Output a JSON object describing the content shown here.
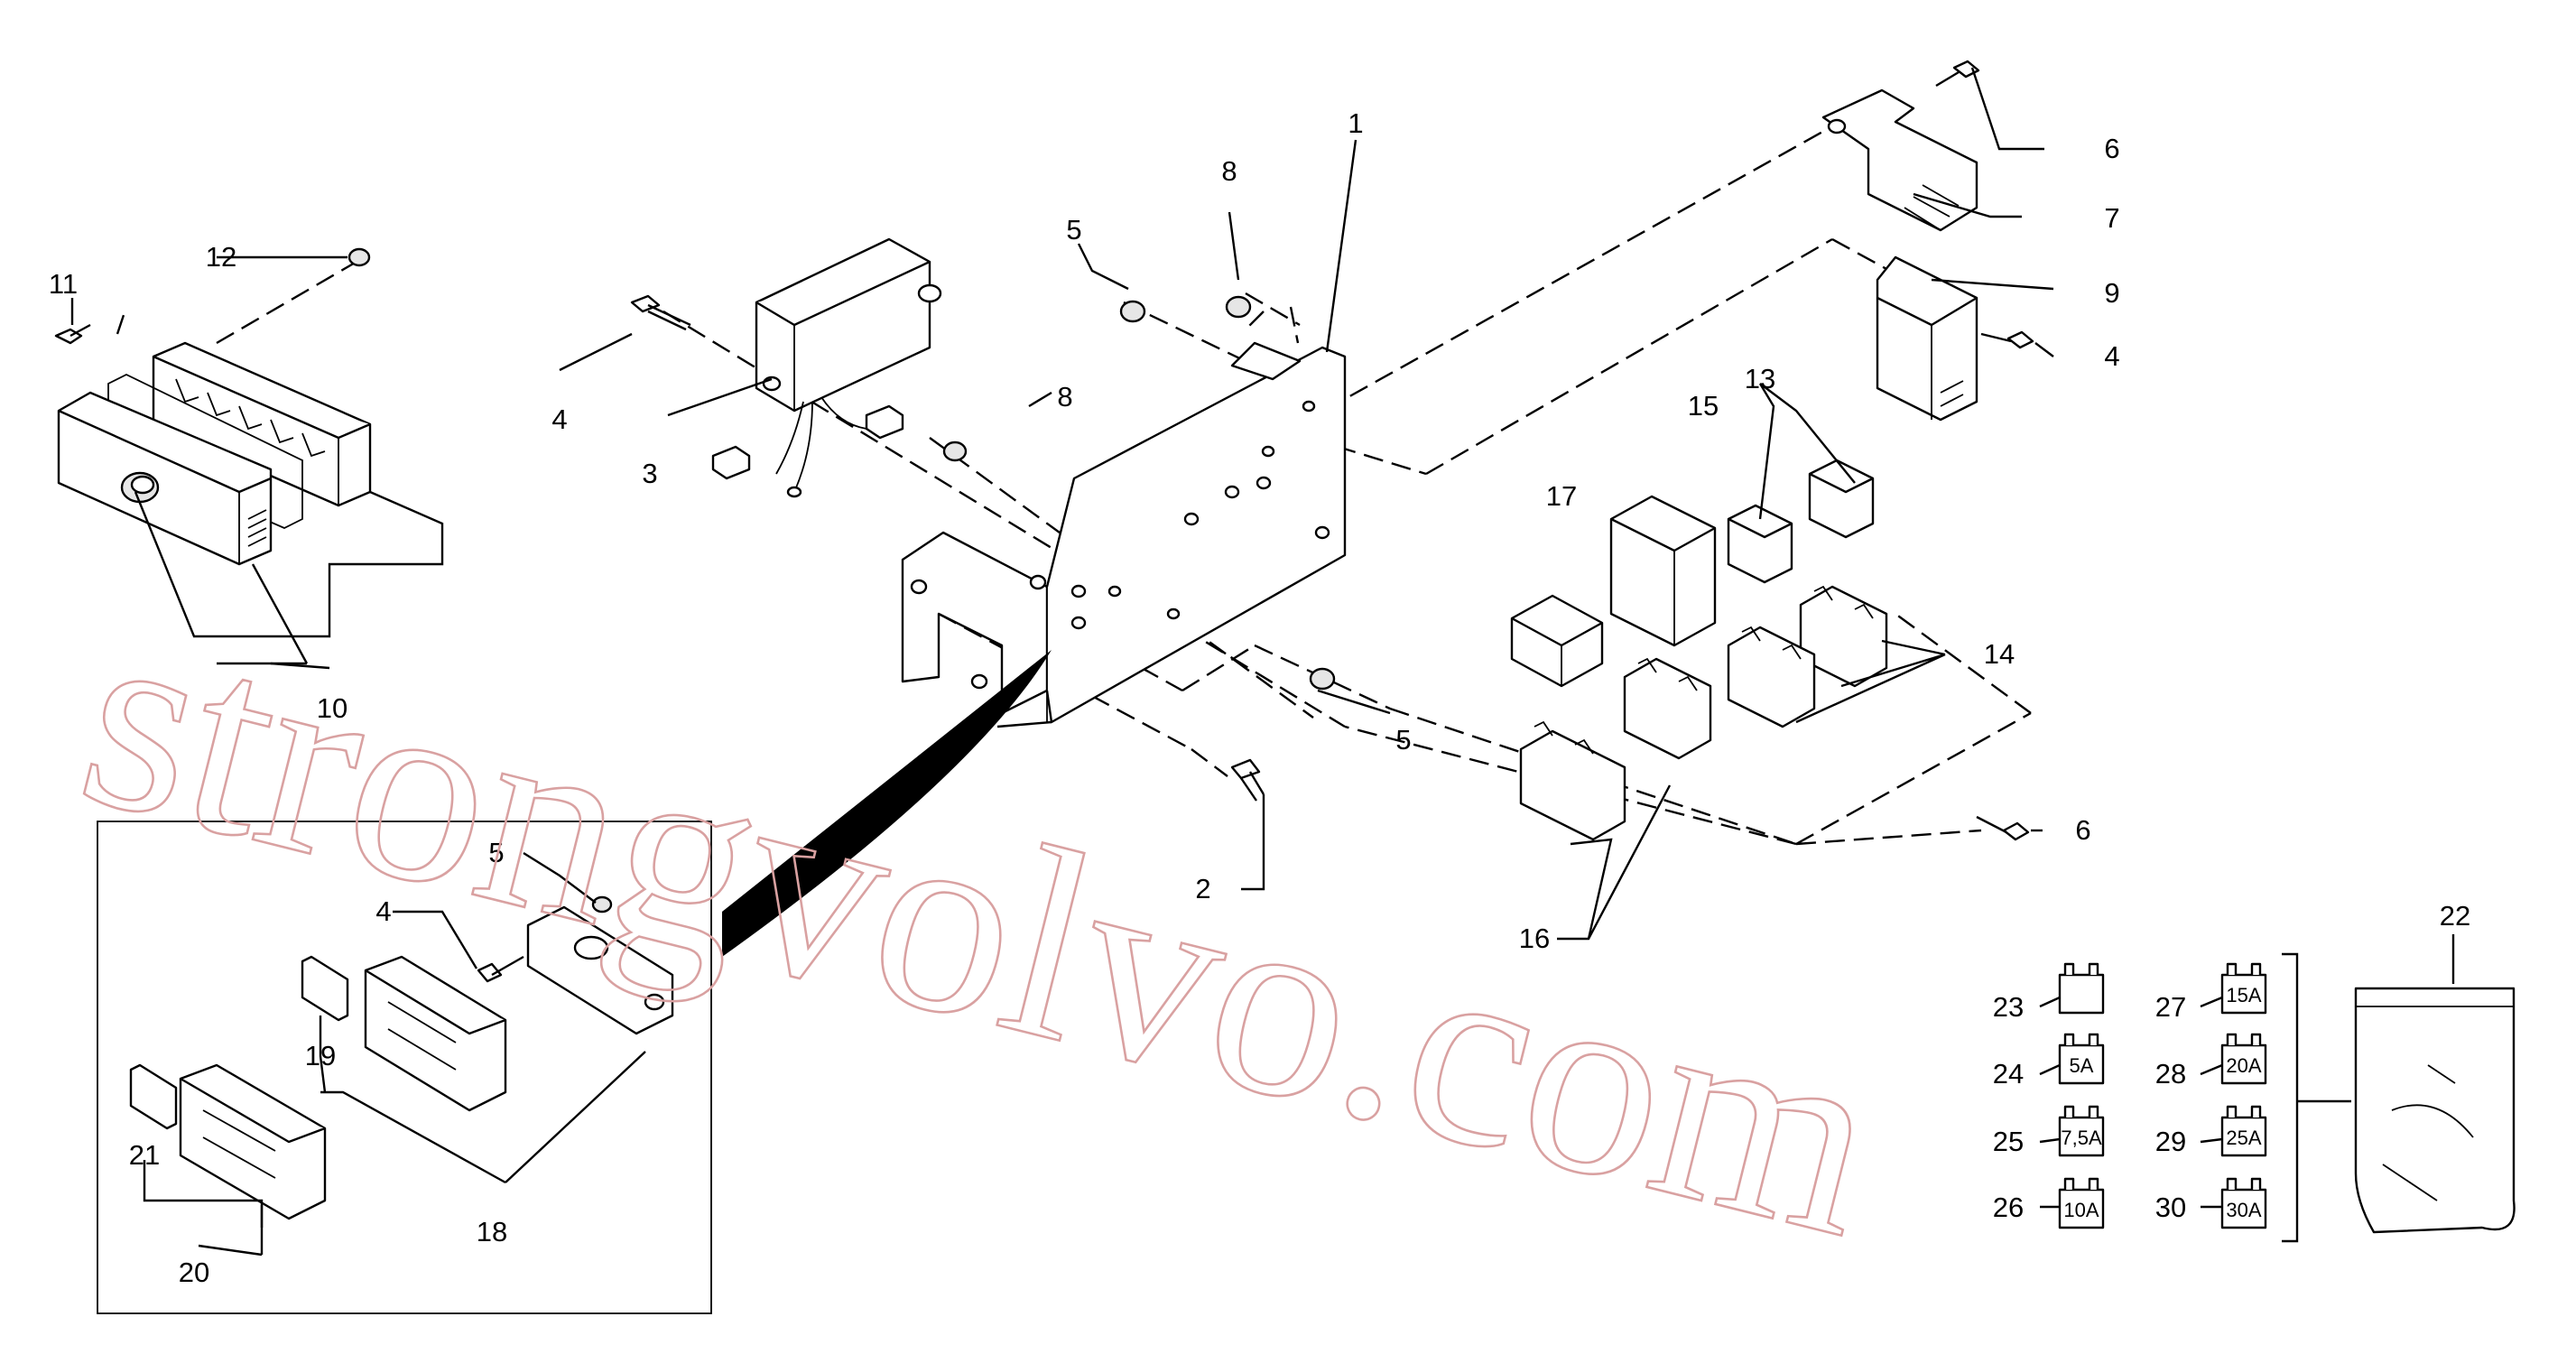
{
  "callouts": [
    "1",
    "2",
    "3",
    "4",
    "5",
    "6",
    "7",
    "8",
    "9",
    "10",
    "11",
    "12",
    "13",
    "14",
    "15",
    "16",
    "17",
    "18",
    "19",
    "20",
    "21",
    "22",
    "23",
    "24",
    "25",
    "26",
    "27",
    "28",
    "29",
    "30"
  ],
  "fuse_ratings": {
    "f23": "",
    "f24": "5A",
    "f25": "7,5A",
    "f26": "10A",
    "f27": "15A",
    "f28": "20A",
    "f29": "25A",
    "f30": "30A"
  },
  "watermark": "strongvolvo.com",
  "colors": {
    "line": "#000000",
    "watermark": "#d9a1a1"
  }
}
